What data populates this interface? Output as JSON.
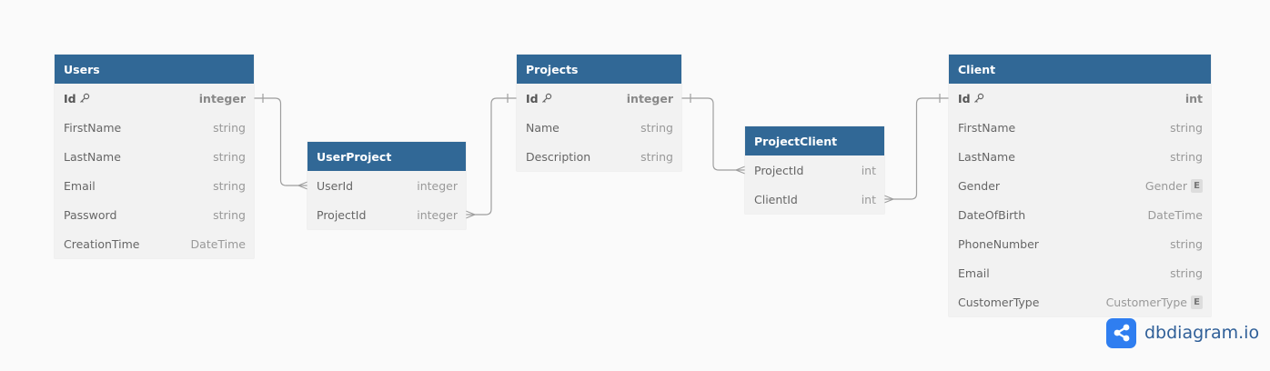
{
  "tables": [
    {
      "id": "users",
      "name": "Users",
      "fields": [
        {
          "name": "Id",
          "type": "integer",
          "pk": true
        },
        {
          "name": "FirstName",
          "type": "string"
        },
        {
          "name": "LastName",
          "type": "string"
        },
        {
          "name": "Email",
          "type": "string"
        },
        {
          "name": "Password",
          "type": "string"
        },
        {
          "name": "CreationTime",
          "type": "DateTime"
        }
      ]
    },
    {
      "id": "userproject",
      "name": "UserProject",
      "fields": [
        {
          "name": "UserId",
          "type": "integer"
        },
        {
          "name": "ProjectId",
          "type": "integer"
        }
      ]
    },
    {
      "id": "projects",
      "name": "Projects",
      "fields": [
        {
          "name": "Id",
          "type": "integer",
          "pk": true
        },
        {
          "name": "Name",
          "type": "string"
        },
        {
          "name": "Description",
          "type": "string"
        }
      ]
    },
    {
      "id": "projectclient",
      "name": "ProjectClient",
      "fields": [
        {
          "name": "ProjectId",
          "type": "int"
        },
        {
          "name": "ClientId",
          "type": "int"
        }
      ]
    },
    {
      "id": "client",
      "name": "Client",
      "fields": [
        {
          "name": "Id",
          "type": "int",
          "pk": true
        },
        {
          "name": "FirstName",
          "type": "string"
        },
        {
          "name": "LastName",
          "type": "string"
        },
        {
          "name": "Gender",
          "type": "Gender",
          "enum": true
        },
        {
          "name": "DateOfBirth",
          "type": "DateTime"
        },
        {
          "name": "PhoneNumber",
          "type": "string"
        },
        {
          "name": "Email",
          "type": "string"
        },
        {
          "name": "CustomerType",
          "type": "CustomerType",
          "enum": true
        }
      ]
    }
  ],
  "enum_badge": "E",
  "relations": [
    {
      "from": "users.Id",
      "to": "userproject.UserId"
    },
    {
      "from": "projects.Id",
      "to": "userproject.ProjectId"
    },
    {
      "from": "projects.Id",
      "to": "projectclient.ProjectId"
    },
    {
      "from": "client.Id",
      "to": "projectclient.ClientId"
    }
  ],
  "colors": {
    "header": "#316896",
    "body": "#f2f2f2",
    "background": "#fafafa",
    "connector": "#9e9e9e",
    "brand_blue": "#2f7ef0",
    "brand_text": "#2f5f98"
  },
  "icons": {
    "primary_key": "key-icon",
    "enum": "enum-badge",
    "brand": "share-nodes-icon"
  },
  "brand": {
    "text": "dbdiagram.io"
  }
}
